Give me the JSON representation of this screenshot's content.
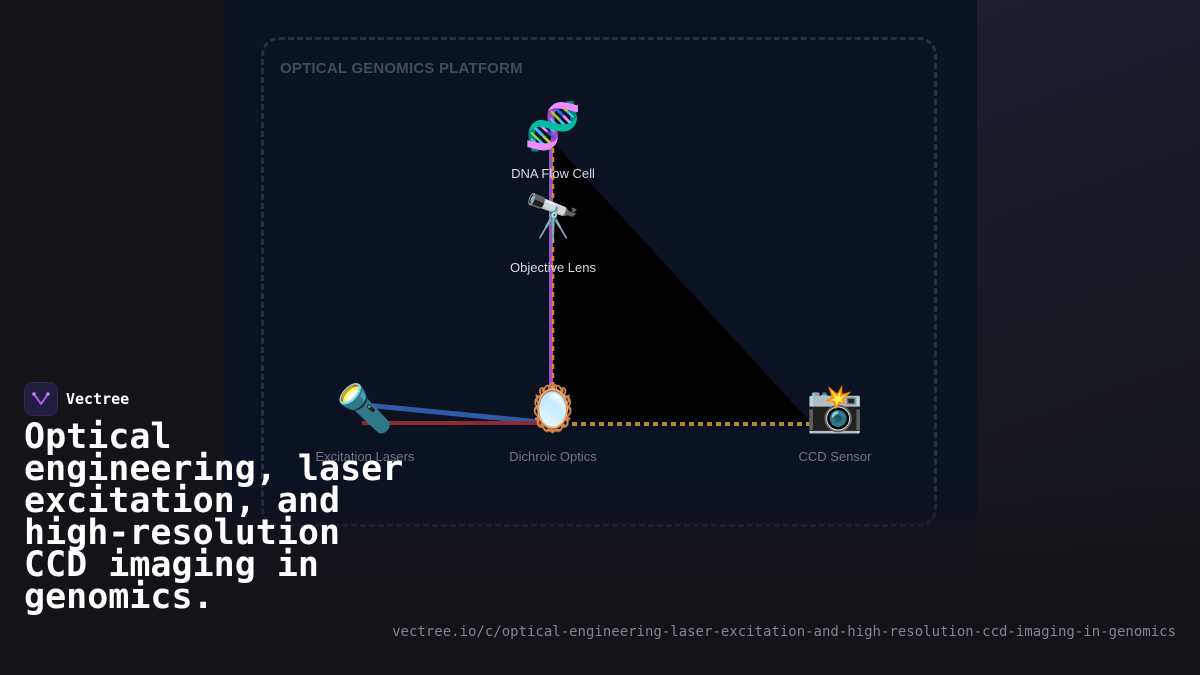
{
  "diagram": {
    "title": "OPTICAL GENOMICS PLATFORM",
    "nodes": [
      {
        "id": "flow_cell",
        "label": "DNA Flow Cell",
        "icon": "🧬",
        "icon_name": "dna-icon"
      },
      {
        "id": "objective",
        "label": "Objective Lens",
        "icon": "🔭",
        "icon_name": "telescope-icon"
      },
      {
        "id": "lasers",
        "label": "Excitation Lasers",
        "icon": "🔦",
        "icon_name": "flashlight-icon"
      },
      {
        "id": "dichroic",
        "label": "Dichroic Optics",
        "icon": "🪞",
        "icon_name": "mirror-icon"
      },
      {
        "id": "ccd",
        "label": "CCD Sensor",
        "icon": "📸",
        "icon_name": "camera-flash-icon"
      }
    ],
    "beams": [
      {
        "from": "lasers",
        "to": "dichroic",
        "color": "#2f5aa8",
        "style": "solid"
      },
      {
        "from": "lasers",
        "to": "dichroic",
        "color": "#8e2a34",
        "style": "solid"
      },
      {
        "from": "dichroic",
        "to": "flow_cell",
        "color": "#a04ac0",
        "style": "solid"
      },
      {
        "from": "dichroic",
        "to": "flow_cell",
        "color": "#e08a2c",
        "style": "dashed"
      },
      {
        "from": "dichroic",
        "to": "ccd",
        "color": "#b08a30",
        "style": "dashed"
      }
    ]
  },
  "brand": {
    "name": "Vectree"
  },
  "headline": "Optical engineering, laser excitation, and high-resolution CCD imaging in genomics.",
  "url": "vectree.io/c/optical-engineering-laser-excitation-and-high-resolution-ccd-imaging-in-genomics"
}
